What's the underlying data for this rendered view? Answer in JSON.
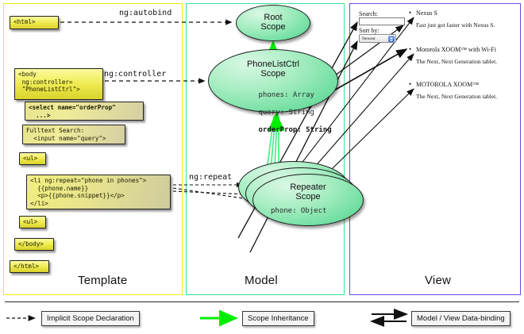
{
  "columns": {
    "template": {
      "label": "Template",
      "border_color": "#f2ea00"
    },
    "model": {
      "label": "Model",
      "border_color": "#35e39a"
    },
    "view": {
      "label": "View",
      "border_color": "#6a4fe0"
    }
  },
  "template_boxes": [
    {
      "id": "html",
      "text": "<html>"
    },
    {
      "id": "body",
      "text": "<body\n ng:controller=\n \"PhoneListCtrl\">"
    },
    {
      "id": "select",
      "text": "<select name=\"orderProp\"\n  ...>"
    },
    {
      "id": "fulltext",
      "text": "Fulltext Search:\n  <input name=\"query\">"
    },
    {
      "id": "ul1",
      "text": "<ul>"
    },
    {
      "id": "li",
      "text": "<li ng:repeat=\"phone in phones\">\n  {{phone.name}}\n  <p>{{phone.snippet}}</p>\n</li>"
    },
    {
      "id": "ul2",
      "text": "<ul>"
    },
    {
      "id": "bodyend",
      "text": "</body>"
    },
    {
      "id": "htmlend",
      "text": "</html>"
    }
  ],
  "connector_labels": {
    "autobind": "ng:autobind",
    "controller": "ng:controller",
    "repeat": "ng:repeat"
  },
  "scopes": {
    "root": {
      "title_line1": "Root",
      "title_line2": "Scope"
    },
    "phonelist": {
      "title_line1": "PhoneListCtrl",
      "title_line2": "Scope",
      "prop1": "phones: Array",
      "prop2": "query: String",
      "prop3": "orderProp: String"
    },
    "repeater": {
      "title_line1": "Repeater",
      "title_line2": "Scope",
      "prop1": "phone: Object"
    }
  },
  "view": {
    "search_label": "Search:",
    "search_value": "",
    "sort_label": "Sort by:",
    "sort_selected": "Newest",
    "phones": [
      {
        "name": "Nexus S",
        "snippet": "Fast just got faster with Nexus S."
      },
      {
        "name": "Motorola XOOM™ with Wi-Fi",
        "snippet": "The Next, Next Generation tablet."
      },
      {
        "name": "MOTOROLA XOOM™",
        "snippet": "The Next, Next Generation tablet."
      }
    ]
  },
  "legend": {
    "implicit": "Implicit Scope Declaration",
    "inheritance": "Scope Inheritance",
    "databinding": "Model / View Data-binding",
    "inheritance_color": "#00ee00"
  }
}
